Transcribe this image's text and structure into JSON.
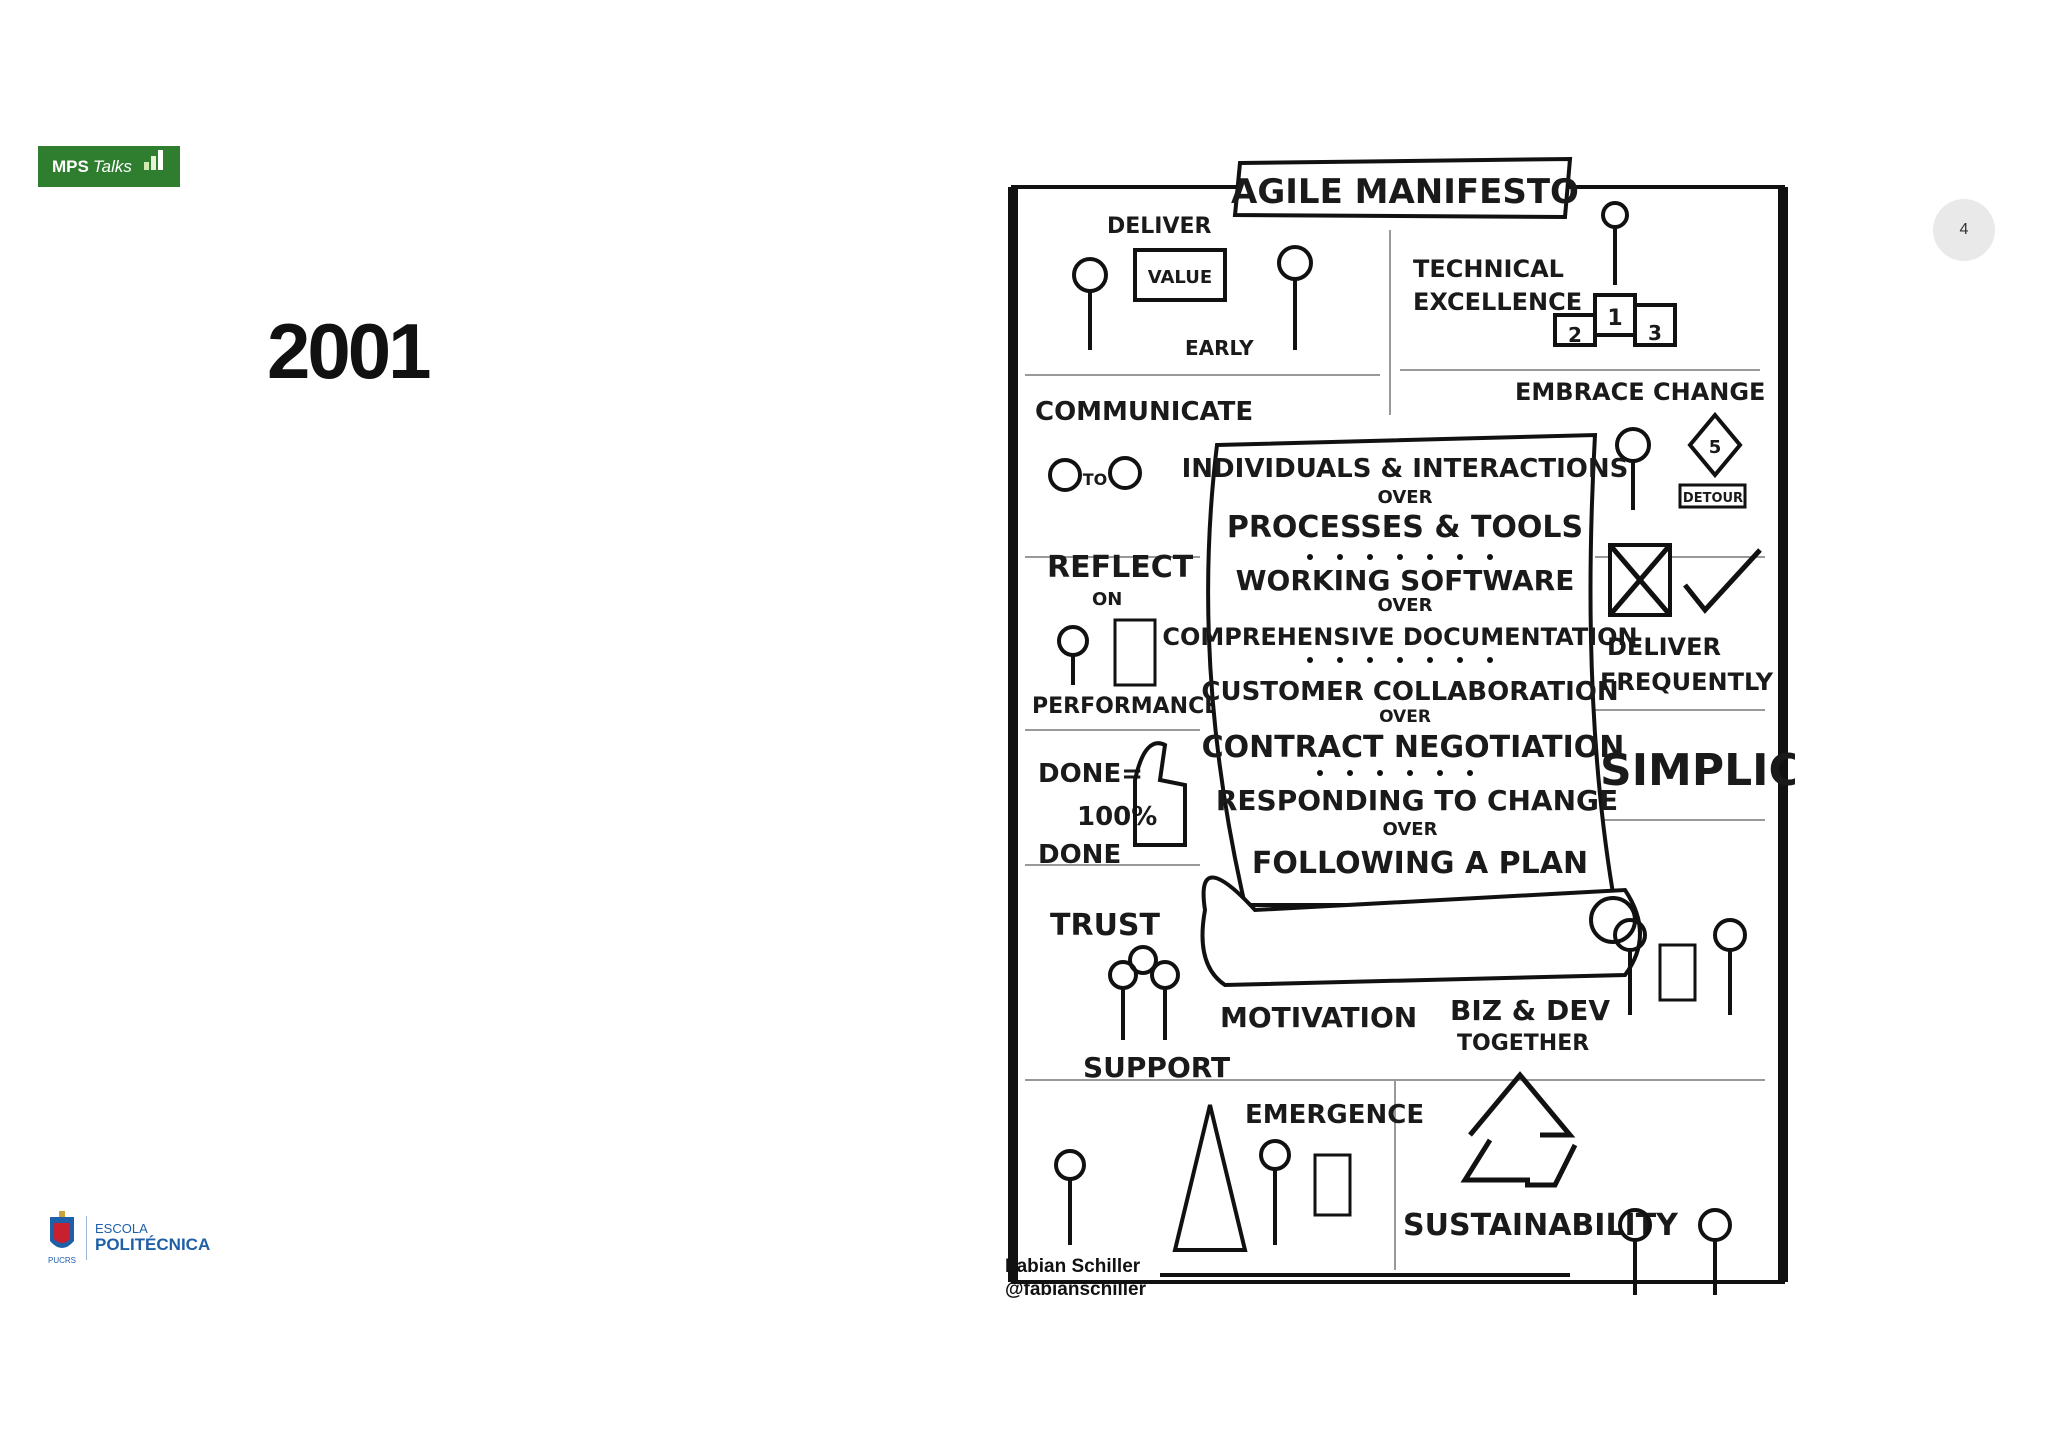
{
  "logo_mps": {
    "brand": "MPS",
    "product": "Talks"
  },
  "slide": {
    "year": "2001",
    "page_number": "4"
  },
  "logo_pucrs": {
    "abbr": "PUCRS",
    "line1": "ESCOLA",
    "line2": "POLITÉCNICA"
  },
  "sketch": {
    "title": "AGILE MANIFESTO",
    "labels": {
      "deliver": "DELIVER",
      "value": "VALUE",
      "early": "EARLY",
      "technical": "TECHNICAL",
      "excellence": "EXCELLENCE",
      "podium_1": "1",
      "podium_2": "2",
      "podium_3": "3",
      "communicate": "COMMUNICATE",
      "to": "TO",
      "embrace_change": "EMBRACE CHANGE",
      "detour": "DETOUR",
      "sign_5": "5",
      "reflect": "REFLECT",
      "on": "ON",
      "performance": "PERFORMANCE",
      "deliver2": "DELIVER",
      "frequently": "FREQUENTLY",
      "simplicity": "SIMPLICITY",
      "done_eq": "DONE=",
      "pct": "100%",
      "done": "DONE",
      "trust": "TRUST",
      "support": "SUPPORT",
      "motivation": "MOTIVATION",
      "biz_dev": "BIZ & DEV",
      "together": "TOGETHER",
      "emergence": "EMERGENCE",
      "sustainability": "SUSTAINABILITY"
    },
    "scroll": {
      "l1": "INDIVIDUALS & INTERACTIONS",
      "o1": "OVER",
      "l2": "PROCESSES & TOOLS",
      "l3": "WORKING SOFTWARE",
      "o2": "OVER",
      "l4": "COMPREHENSIVE DOCUMENTATION",
      "l5": "CUSTOMER COLLABORATION",
      "o3": "OVER",
      "l6": "CONTRACT NEGOTIATION",
      "l7": "RESPONDING TO CHANGE",
      "o4": "OVER",
      "l8": "FOLLOWING A PLAN"
    },
    "credit_name": "Fabian Schiller",
    "credit_handle": "@fabianschiller"
  }
}
